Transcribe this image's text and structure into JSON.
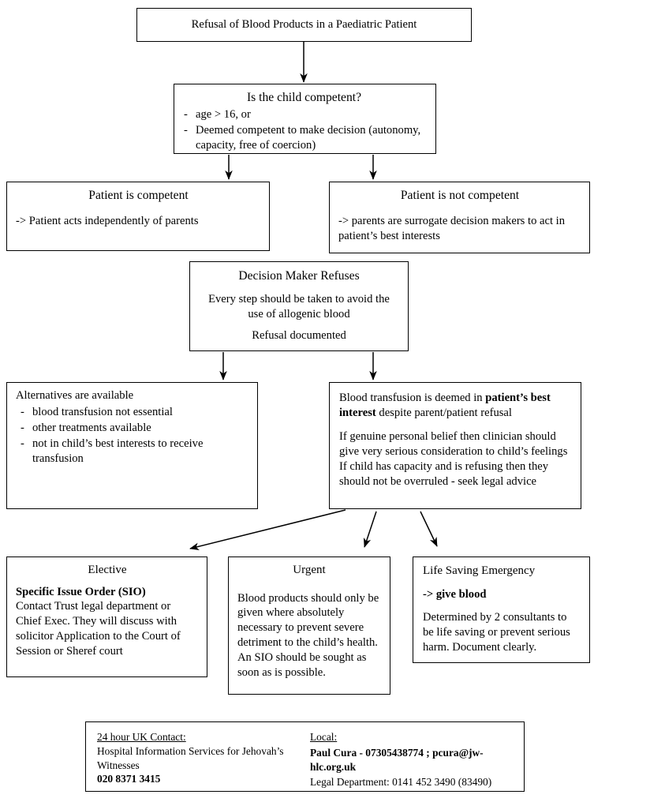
{
  "document": {
    "title": "Refusal of Blood Products in a Paediatric Patient"
  },
  "nodes": {
    "title": {
      "label": "Refusal of Blood Products in a Paediatric Patient"
    },
    "competence_question": {
      "heading": "Is the child competent?",
      "bullets": [
        "age > 16, or",
        "Deemed competent to make decision (autonomy, capacity, free of coercion)"
      ]
    },
    "patient_competent": {
      "heading": "Patient is competent",
      "body": "-> Patient acts independently of parents"
    },
    "patient_not_competent": {
      "heading": "Patient is not competent",
      "body": "-> parents are surrogate decision makers to act in patient’s best interests"
    },
    "decision_maker_refuses": {
      "heading": "Decision Maker Refuses",
      "body": "Every step should be taken to avoid the use of allogenic blood",
      "footer": "Refusal documented"
    },
    "alternatives": {
      "heading": "Alternatives are available",
      "bullets": [
        "blood transfusion not essential",
        "other treatments available",
        "not in child’s best interests to receive transfusion"
      ]
    },
    "blood_transfusion": {
      "lead_prefix": "Blood transfusion is deemed in ",
      "lead_bold": "patient’s best interest",
      "lead_suffix": " despite parent/patient refusal",
      "paragraph_lines": [
        "If genuine personal belief then clinician should",
        "give very serious consideration to child’s feelings",
        "If child has capacity and is refusing then they",
        "should not be overruled - seek legal advice"
      ]
    },
    "elective": {
      "heading": "Elective",
      "body_bold": "Specific Issue Order (SIO)",
      "body": "Contact Trust legal department or Chief Exec. They will discuss with solicitor Application to the Court of Session or Sheref court"
    },
    "urgent": {
      "heading": "Urgent",
      "body": "Blood products should only be given where absolutely necessary to prevent severe detriment to the child’s health. An SIO should be sought as soon as is possible."
    },
    "life_saving_emergency": {
      "heading": "Life Saving Emergency",
      "action": "-> give blood",
      "body": "Determined by 2 consultants to be life saving or prevent serious harm. Document clearly."
    },
    "contact": {
      "uk": {
        "label": "24 hour UK Contact:",
        "organisation": "Hospital Information Services for Jehovah’s Witnesses",
        "phone": "020 8371 3415"
      },
      "local": {
        "label": "Local:",
        "contact": "Paul Cura - 07305438774 ; pcura@jw-hlc.org.uk",
        "legal": "Legal Department: 0141 452 3490 (83490)"
      }
    }
  },
  "style": {
    "line_color": "#000000",
    "border_color": "#000000",
    "background": "#ffffff"
  }
}
